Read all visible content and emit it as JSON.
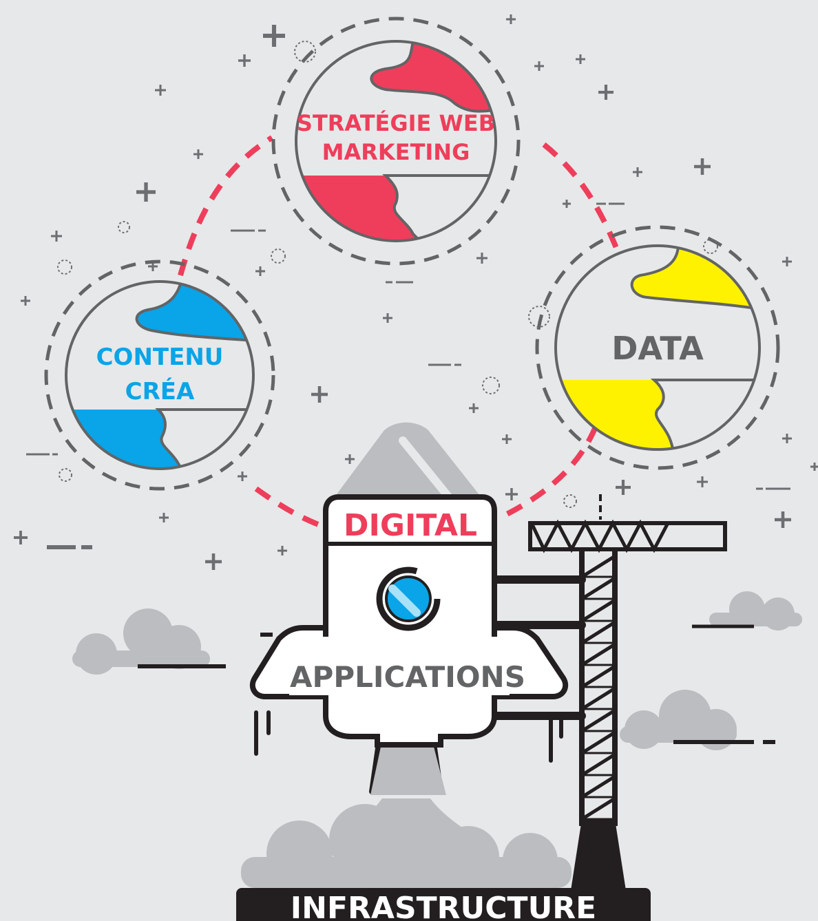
{
  "labels": {
    "strategy_line1": "STRATÉGIE WEB",
    "strategy_line2": "MARKETING",
    "content_line1": "CONTENU",
    "content_line2": "CRÉA",
    "data": "DATA",
    "digital": "DIGITAL",
    "applications": "APPLICATIONS",
    "infrastructure": "INFRASTRUCTURE"
  },
  "colors": {
    "background": "#e7e8e9",
    "red": "#ee3e5b",
    "blue": "#0aa4e8",
    "yellow": "#fff200",
    "dark": "#231f20",
    "grey": "#636466",
    "light_grey": "#bcbdc0",
    "white": "#ffffff"
  }
}
